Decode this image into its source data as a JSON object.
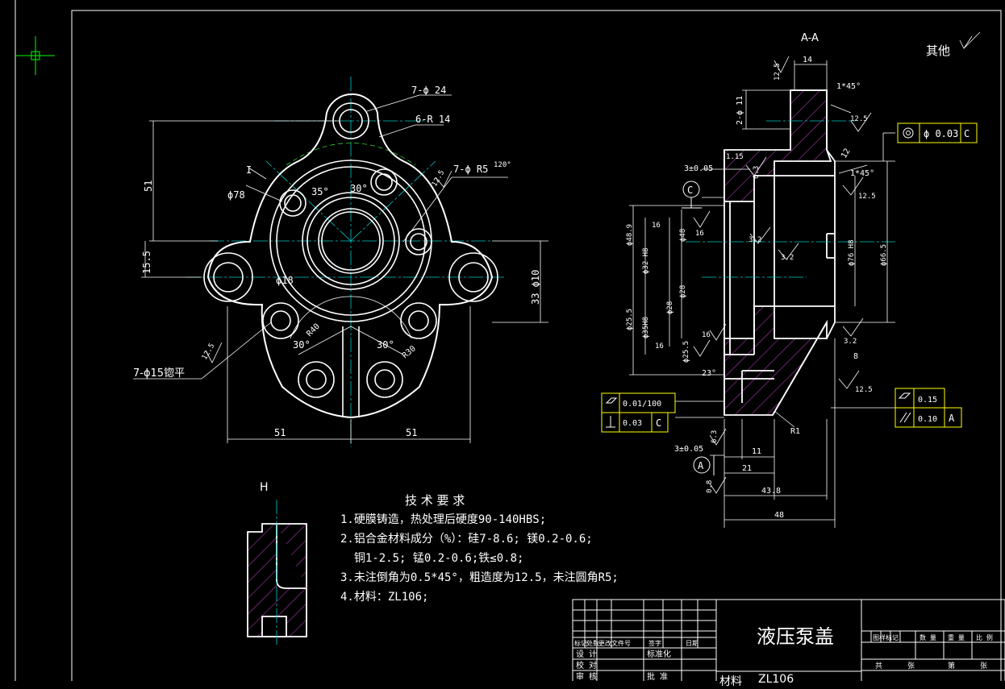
{
  "drawing": {
    "colors": {
      "background": "#000000",
      "outline": "#ffffff",
      "dimension": "#ffffff",
      "centerline": "#00c8c8",
      "hidden": "#30d030",
      "hatch": "#d040d0",
      "frame": "#ffffff",
      "tolerance_frame": "#ffff00",
      "cursor": "#00ff00"
    },
    "other_roughness": "其他",
    "section_label": "A-A",
    "detail_label": "H",
    "front_view": {
      "callouts": {
        "hole_top": "7-ϕ 24",
        "arc_radius": "6-R 14",
        "small_holes": "7-ϕ R5",
        "small_holes_deg": "120°",
        "d_label": "ϕ78",
        "angle_35": "35°",
        "angle_30_top": "30°",
        "center_dia": "ϕ18",
        "spotface": "7-ϕ15锪平",
        "roughness_left": "12.5",
        "roughness_right": "12.5",
        "angle_30_left": "30°",
        "angle_30_right": "30°",
        "r40": "R40",
        "r30": "R30",
        "mark_i": "I"
      },
      "dims": {
        "v51": "51",
        "v15": "15.5",
        "v33": "33 ϕ10",
        "h51_left": "51",
        "h51_right": "51"
      }
    },
    "section_view": {
      "dims": {
        "top_14": "14",
        "r25_a": "12.5",
        "r25_b": "12.5",
        "v_2x45": "2-ϕ 11",
        "chamfer_1": "1*45°",
        "chamfer_2": "1*45°",
        "r_12": "12",
        "p_115": "1.15",
        "tol_3": "3±0.05",
        "tol_3b": "3±0.05",
        "r_63": "6.3",
        "r_16a": "16",
        "r_16b": "16",
        "r_16c": "16",
        "r_16d": "16",
        "r_32a": "3.2",
        "r_32b": "3.2",
        "d1": "ϕ48.9",
        "d2": "ϕ32 H8",
        "d3": "ϕ25.5",
        "d4": "ϕ35H8",
        "d5": "ϕ25.5",
        "d6": "ϕ48",
        "d7": "ϕ28",
        "d8": "ϕ28",
        "d9": "ϕ76 H8",
        "d10": "ϕ66.5",
        "angle_23": "23°",
        "r_8": "8",
        "r_81": "R1",
        "r_25c": "12.5",
        "h_11": "11",
        "h_21": "21",
        "h_43": "43.8",
        "h_48": "48",
        "h_08": "0.8"
      },
      "datums": {
        "c": "C",
        "a": "A"
      },
      "tolerances": {
        "position": {
          "symbol": "◎",
          "value": "ϕ 0.03",
          "datum": "C"
        },
        "flatness_left": {
          "value": "0.01/100"
        },
        "perp_left": {
          "value": "0.03",
          "datum": "C"
        },
        "flatness_right": {
          "value": "0.15"
        },
        "parallel_right": {
          "value": "0.10",
          "datum": "A"
        }
      }
    },
    "technical_requirements": {
      "title": "技 术 要 求",
      "lines": [
        "1.硬膜铸造，热处理后硬度90-140HBS;",
        "2.铝合金材料成分（%）：硅7-8.6; 镁0.2-0.6;",
        "  铜1-2.5; 锰0.2-0.6;铁≤0.8;",
        "3.未注倒角为0.5*45°，粗造度为12.5，未注圆角R5;",
        "4.材料：ZL106;"
      ]
    },
    "title_block": {
      "part_name": "液压泵盖",
      "material_label": "材料",
      "material_value": "ZL106",
      "row_labels": [
        "标记",
        "处数",
        "更改文件号",
        "签字",
        "日期"
      ],
      "design": "设 计",
      "standard": "标准化",
      "check": "校 对",
      "review": "审 核",
      "approve": "批 准",
      "right_headers": [
        "图样标记",
        "数 量",
        "重 量",
        "比 例"
      ],
      "sheet_labels": [
        "共",
        "张",
        "第",
        "张"
      ]
    }
  }
}
